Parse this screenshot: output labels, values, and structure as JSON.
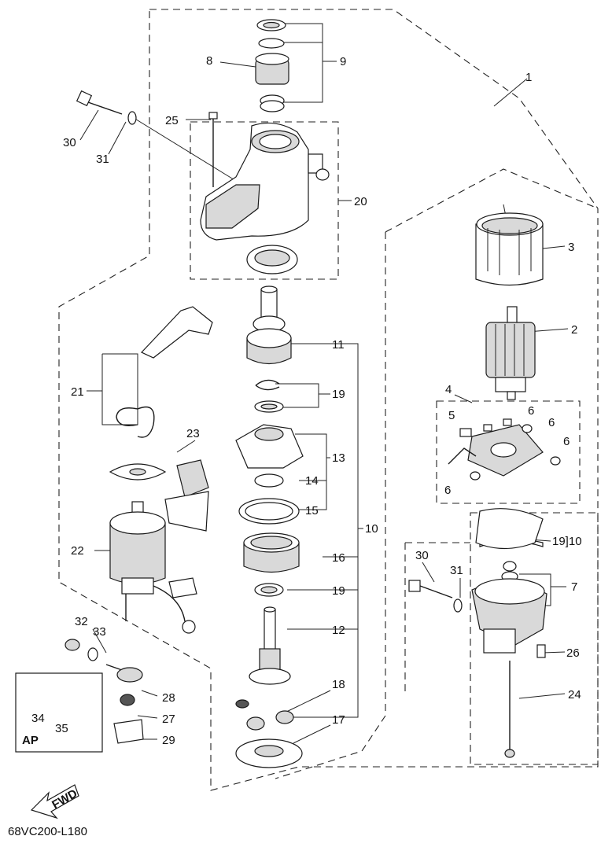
{
  "drawing_code": "68VC200-L180",
  "ap_label": "AP",
  "fwd_label": "FWD",
  "labels": {
    "l1": "1",
    "l2": "2",
    "l3": "3",
    "l4": "4",
    "l5": "5",
    "l6a": "6",
    "l6b": "6",
    "l6c": "6",
    "l6d": "6",
    "l7": "7",
    "l8": "8",
    "l9": "9",
    "l10": "10",
    "l10b": "19]10",
    "l11": "11",
    "l12": "12",
    "l13": "13",
    "l14": "14",
    "l15": "15",
    "l16": "16",
    "l17": "17",
    "l18": "18",
    "l19a": "19",
    "l19b": "19",
    "l20": "20",
    "l21": "21",
    "l22": "22",
    "l23": "23",
    "l24": "24",
    "l25": "25",
    "l26": "26",
    "l27": "27",
    "l28": "28",
    "l29": "29",
    "l30a": "30",
    "l30b": "30",
    "l31a": "31",
    "l31b": "31",
    "l32": "32",
    "l33": "33",
    "l34": "34",
    "l35": "35"
  }
}
